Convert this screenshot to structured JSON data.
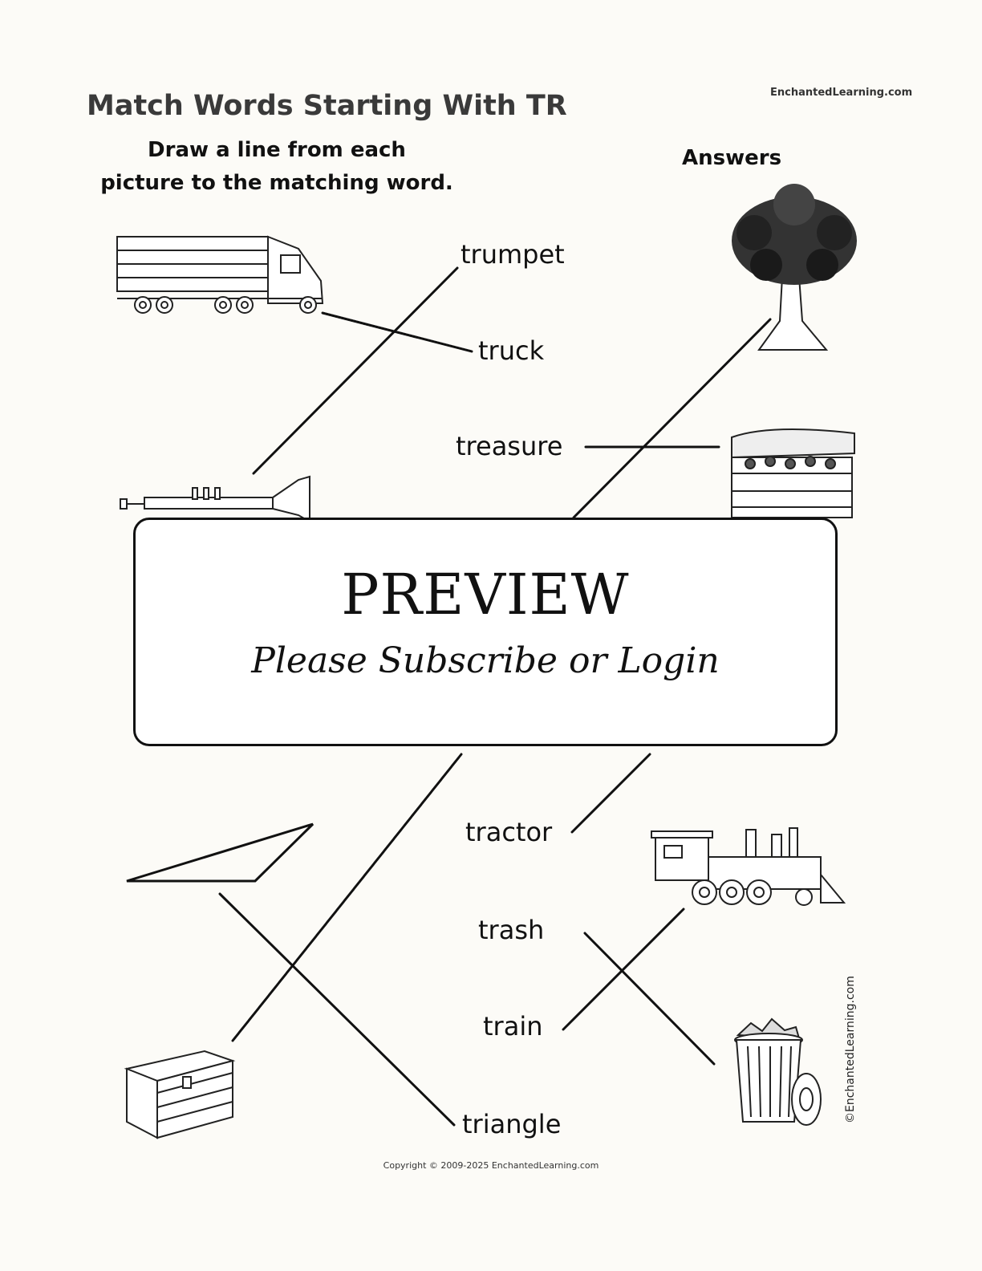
{
  "header": {
    "title": "Match Words Starting With TR",
    "site": "EnchantedLearning.com"
  },
  "instructions": {
    "line1": "Draw a line from each",
    "line2": "picture to the matching word."
  },
  "answers_label": "Answers",
  "words": {
    "trumpet": "trumpet",
    "truck": "truck",
    "treasure": "treasure",
    "tractor": "tractor",
    "trash": "trash",
    "train": "train",
    "triangle": "triangle"
  },
  "overlay": {
    "title": "PREVIEW",
    "subtitle": "Please Subscribe or Login"
  },
  "footer": {
    "copyright": "Copyright © 2009-2025 EnchantedLearning.com",
    "vertical_copyright": "©EnchantedLearning.com"
  }
}
